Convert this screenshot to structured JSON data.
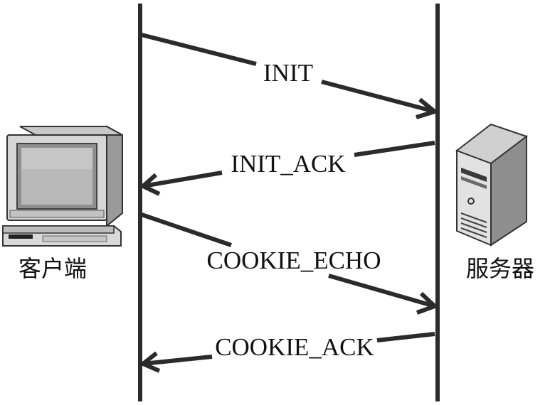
{
  "diagram": {
    "client_label": "客户端",
    "server_label": "服务器",
    "messages": [
      {
        "label": "INIT",
        "direction": "client-to-server"
      },
      {
        "label": "INIT_ACK",
        "direction": "server-to-client"
      },
      {
        "label": "COOKIE_ECHO",
        "direction": "client-to-server"
      },
      {
        "label": "COOKIE_ACK",
        "direction": "server-to-client"
      }
    ]
  },
  "colors": {
    "line": "#2b2b2b",
    "text": "#111111"
  }
}
